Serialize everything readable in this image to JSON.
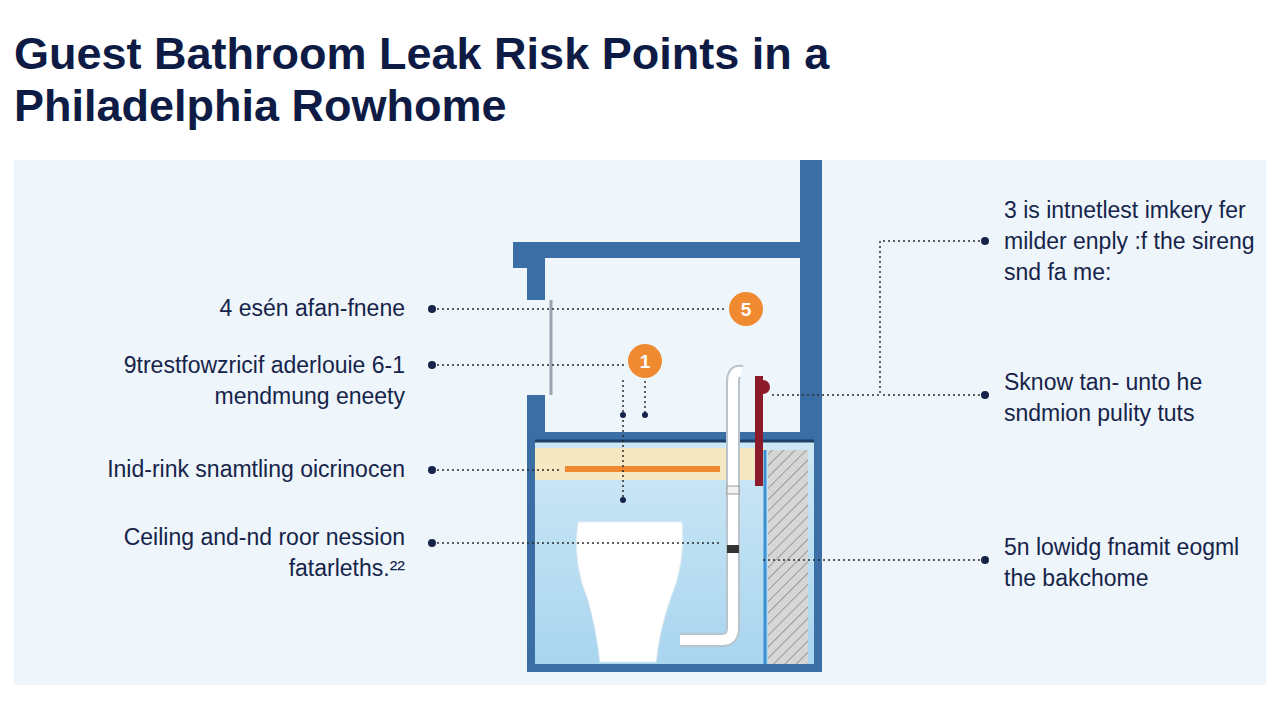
{
  "diagram": {
    "title": "Guest Bathroom Leak Risk Points in a Philadelphia Rowhome",
    "nodes": [
      {
        "text": [
          "5"
        ]
      },
      {
        "text": [
          "1"
        ]
      }
    ],
    "labels": [
      "4 esén afan-fnene",
      "9trestfowzricif aderlouie 6-1 mendmung eneety",
      "Inid-rink snamtling oicrinocen",
      "Ceiling and-nd roor nession fatarleths.²²",
      "3 is intnetlest imkery fer milder enply :f the sireng snd fa me:",
      "Sknow tan- unto he sndmion pulity tuts",
      "5n lowidg fnamit eogml the bakchome"
    ]
  }
}
